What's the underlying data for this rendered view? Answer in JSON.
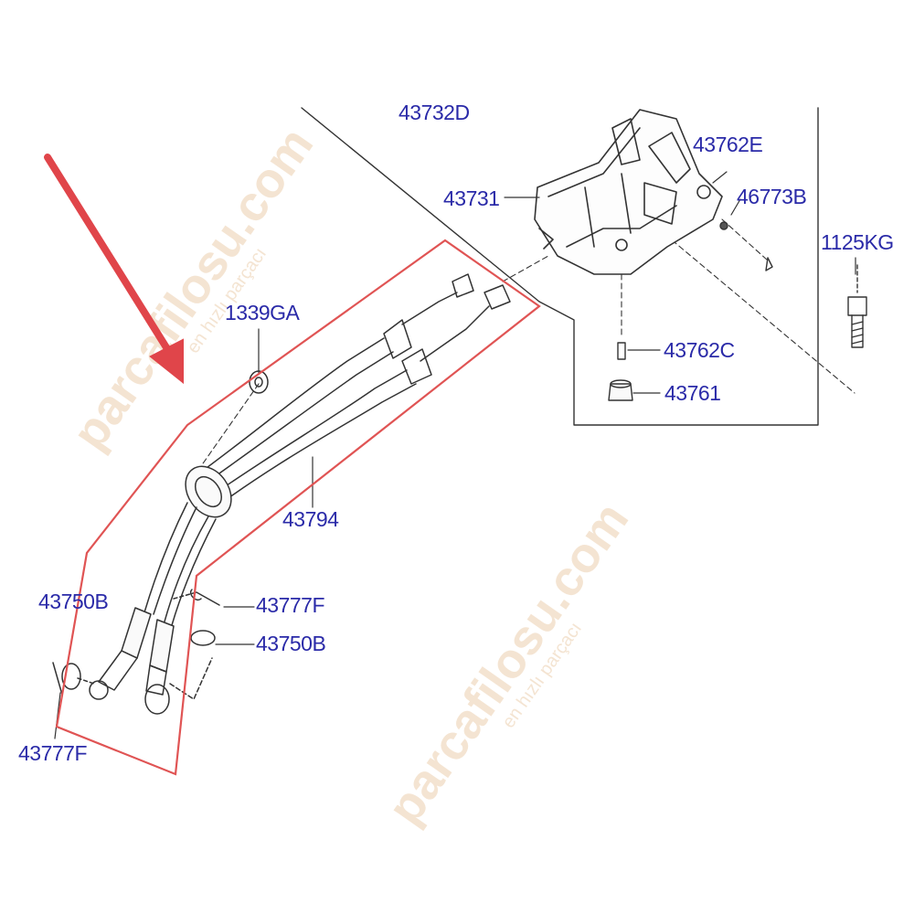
{
  "watermark": {
    "brand": "parcafilosu.com",
    "tagline": "en hızlı parçacı"
  },
  "part_labels": {
    "p43732D": "43732D",
    "p43731": "43731",
    "p43762E": "43762E",
    "p46773B": "46773B",
    "p1125KG": "1125KG",
    "p1339GA": "1339GA",
    "p43762C": "43762C",
    "p43761": "43761",
    "p43794": "43794",
    "p43750B_left": "43750B",
    "p43777F_right": "43777F",
    "p43750B_right": "43750B",
    "p43777F_bottom": "43777F"
  },
  "colors": {
    "label": "#2a2aa8",
    "highlight_outline": "#e05454",
    "arrow": "#e0454a",
    "line_art": "#333333",
    "watermark": "#f1dcc4"
  }
}
